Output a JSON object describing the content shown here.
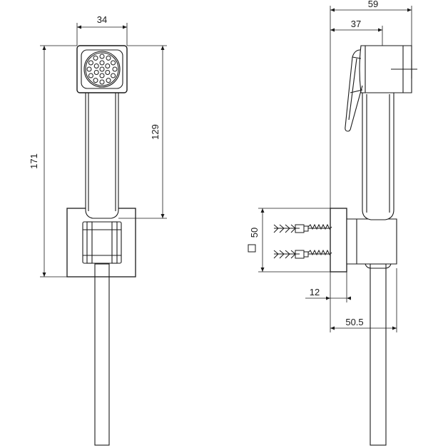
{
  "dimensions": {
    "head_width": "34",
    "overall_depth": "59",
    "head_depth": "37",
    "handle_length": "129",
    "overall_height": "171",
    "bracket_size": "50",
    "bracket_thickness": "12",
    "hose_offset": "50.5"
  },
  "colors": {
    "line": "#1a1a1a",
    "background": "#ffffff"
  }
}
